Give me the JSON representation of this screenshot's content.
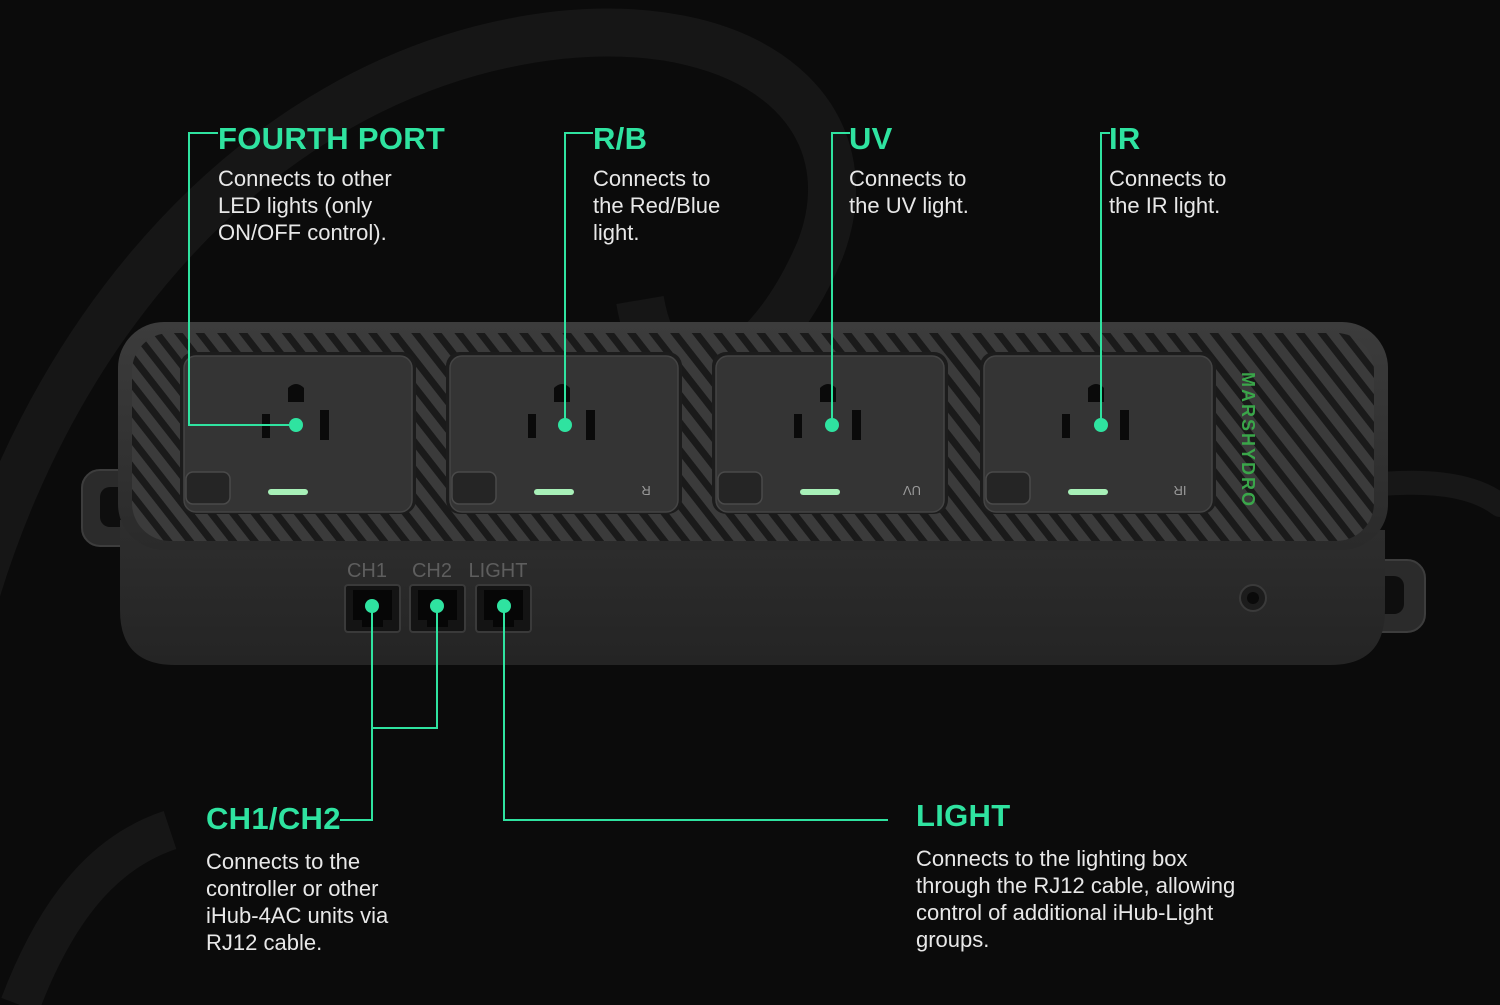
{
  "brand": {
    "logo_text": "MARSHYDRO",
    "accent_color": "#2fe3a0",
    "indicator_color": "#a8f0b8"
  },
  "callouts": {
    "fourth_port": {
      "title": "FOURTH PORT",
      "description": "Connects to other\nLED lights (only\nON/OFF control)."
    },
    "rb": {
      "title": "R/B",
      "description": "Connects to\nthe Red/Blue\nlight."
    },
    "uv": {
      "title": "UV",
      "description": "Connects to\nthe UV light."
    },
    "ir": {
      "title": "IR",
      "description": "Connects to\nthe IR light."
    },
    "ch1_ch2": {
      "title": "CH1/CH2",
      "description": "Connects to the\ncontroller or other\niHub-4AC units via\nRJ12 cable."
    },
    "light": {
      "title": "LIGHT",
      "description": "Connects to the lighting box\nthrough the RJ12 cable, allowing\ncontrol of additional iHub-Light\ngroups."
    }
  },
  "device": {
    "outlets": [
      {
        "label": ""
      },
      {
        "label": "R"
      },
      {
        "label": "UV"
      },
      {
        "label": "IR"
      }
    ],
    "rj12_ports": [
      {
        "label": "CH1"
      },
      {
        "label": "CH2"
      },
      {
        "label": "LIGHT"
      }
    ]
  }
}
